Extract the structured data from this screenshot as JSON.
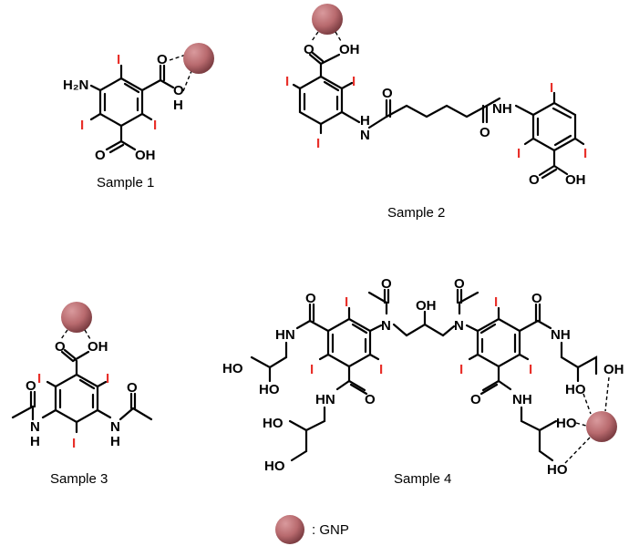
{
  "colors": {
    "iodine": "#e8302a",
    "gnp": "#b86a6e",
    "gnp_dark": "#7e3f44",
    "bond": "#000000"
  },
  "labels": {
    "sample1": "Sample 1",
    "sample2": "Sample 2",
    "sample3": "Sample 3",
    "sample4": "Sample 4",
    "legend": ": GNP"
  },
  "atoms": {
    "iodine": "I",
    "oxygen": "O",
    "hydroxyl": "OH",
    "hydroxyl_rev": "HO",
    "amine_nh": "NH",
    "amine_hn": "HN",
    "amino": "H₂N",
    "nitrogen": "N",
    "hydrogen": "H"
  }
}
